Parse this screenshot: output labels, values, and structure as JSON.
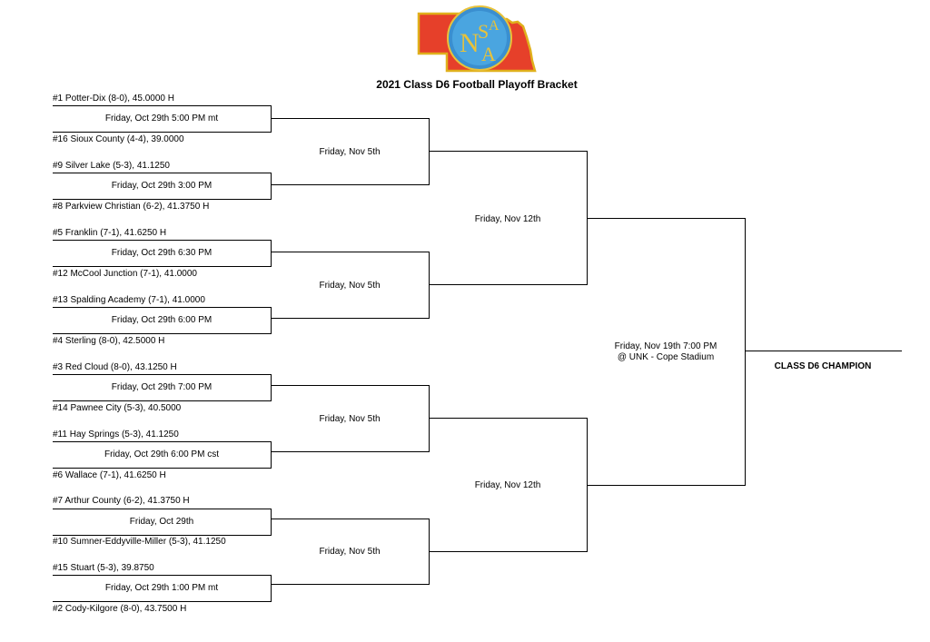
{
  "header": {
    "logo_text": "NSAA",
    "title": "2021 Class D6 Football Playoff Bracket"
  },
  "round1": {
    "teams": [
      "#1 Potter-Dix (8-0), 45.0000 H",
      "#16 Sioux County (4-4), 39.0000",
      "#9 Silver Lake (5-3), 41.1250",
      "#8 Parkview Christian (6-2), 41.3750 H",
      "#5 Franklin (7-1), 41.6250 H",
      "#12 McCool Junction (7-1), 41.0000",
      "#13 Spalding Academy (7-1), 41.0000",
      "#4 Sterling (8-0), 42.5000 H",
      "#3 Red Cloud (8-0), 43.1250 H",
      "#14 Pawnee City (5-3), 40.5000",
      "#11 Hay Springs (5-3), 41.1250",
      "#6 Wallace (7-1), 41.6250 H",
      "#7 Arthur County (6-2), 41.3750 H",
      "#10 Sumner-Eddyville-Miller (5-3), 41.1250",
      "#15 Stuart (5-3), 39.8750",
      "#2 Cody-Kilgore (8-0), 43.7500 H"
    ],
    "games": [
      "Friday, Oct 29th 5:00 PM mt",
      "Friday, Oct 29th 3:00 PM",
      "Friday, Oct 29th 6:30 PM",
      "Friday, Oct 29th 6:00 PM",
      "Friday, Oct 29th 7:00 PM",
      "Friday, Oct 29th 6:00 PM cst",
      "Friday, Oct 29th",
      "Friday, Oct 29th 1:00 PM mt"
    ]
  },
  "round2": {
    "games": [
      "Friday, Nov 5th",
      "Friday, Nov 5th",
      "Friday, Nov 5th",
      "Friday, Nov 5th"
    ]
  },
  "semifinals": {
    "games": [
      "Friday, Nov 12th",
      "Friday, Nov 12th"
    ]
  },
  "final": {
    "date": "Friday, Nov 19th 7:00 PM",
    "venue": "@ UNK - Cope Stadium",
    "champion_label": "CLASS D6 CHAMPION"
  }
}
